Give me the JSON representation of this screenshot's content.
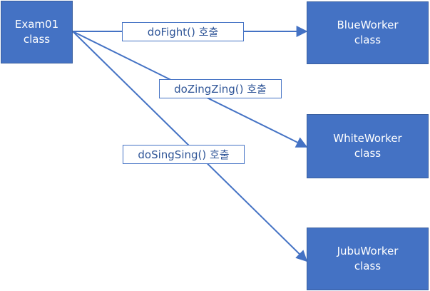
{
  "colors": {
    "box_fill": "#4472c4",
    "line": "#4472c4",
    "label_text": "#2f5597"
  },
  "nodes": {
    "exam01": {
      "line1": "Exam01",
      "line2": "class"
    },
    "blue": {
      "line1": "BlueWorker",
      "line2": "class"
    },
    "white": {
      "line1": "WhiteWorker",
      "line2": "class"
    },
    "jubu": {
      "line1": "JubuWorker",
      "line2": "class"
    }
  },
  "edges": {
    "fight": {
      "label": "doFight() 호출",
      "from": "Exam01",
      "to": "BlueWorker"
    },
    "zing": {
      "label": "doZingZing() 호출",
      "from": "Exam01",
      "to": "WhiteWorker"
    },
    "sing": {
      "label": "doSingSing() 호출",
      "from": "Exam01",
      "to": "JubuWorker"
    }
  }
}
